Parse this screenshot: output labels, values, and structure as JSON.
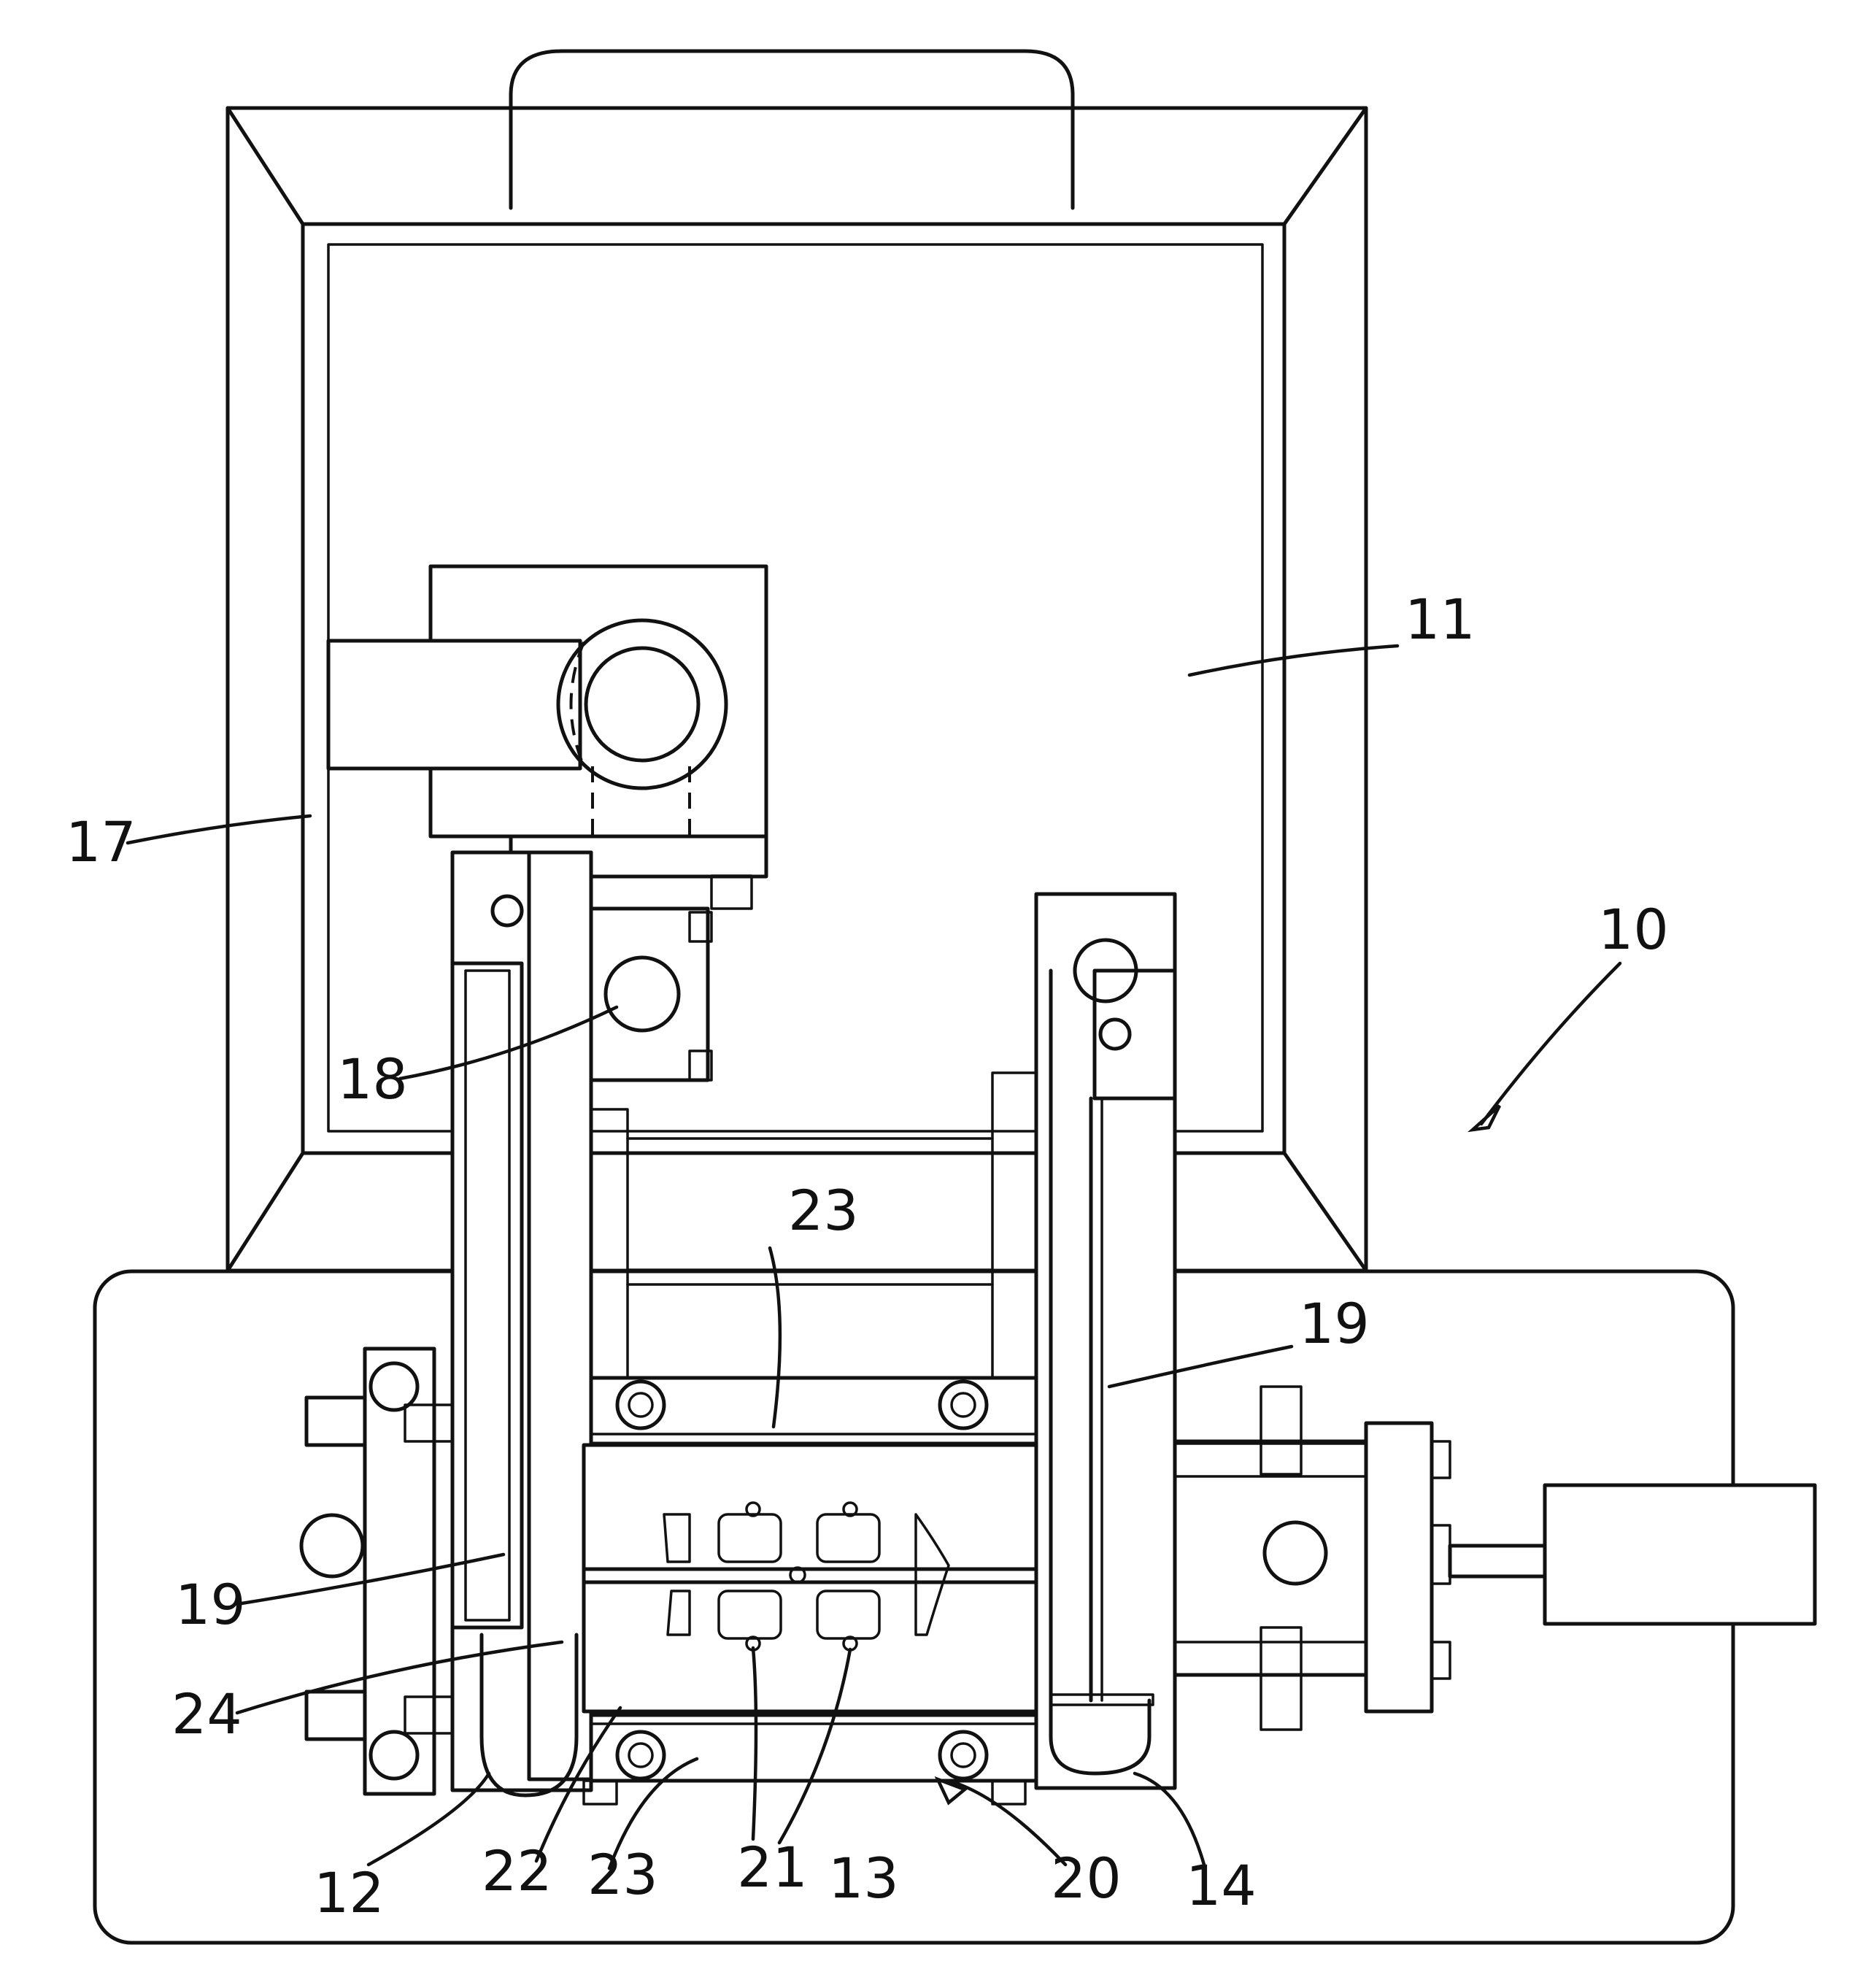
{
  "figure": {
    "labels": {
      "l10": "10",
      "l11": "11",
      "l12": "12",
      "l13": "13",
      "l14": "14",
      "l17": "17",
      "l18": "18",
      "l19_right": "19",
      "l19_left": "19",
      "l20": "20",
      "l21": "21",
      "l22": "22",
      "l23_top": "23",
      "l23_bottom": "23",
      "l24": "24"
    }
  }
}
